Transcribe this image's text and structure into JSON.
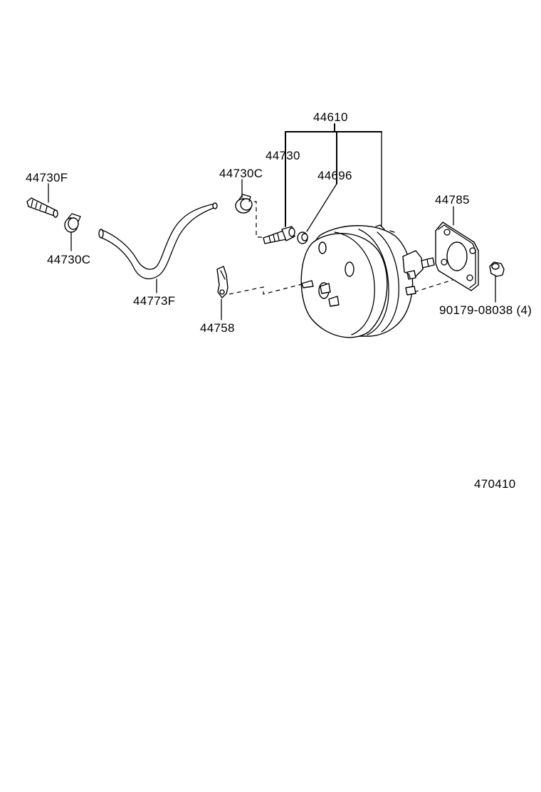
{
  "diagram": {
    "labels": {
      "p44610": "44610",
      "p44730": "44730",
      "p44696": "44696",
      "p44730c_top": "44730C",
      "p44730f": "44730F",
      "p44730c_left": "44730C",
      "p44773f": "44773F",
      "p44758": "44758",
      "p44785": "44785",
      "p90179": "90179-08038 (4)",
      "figure_number": "470410"
    }
  }
}
